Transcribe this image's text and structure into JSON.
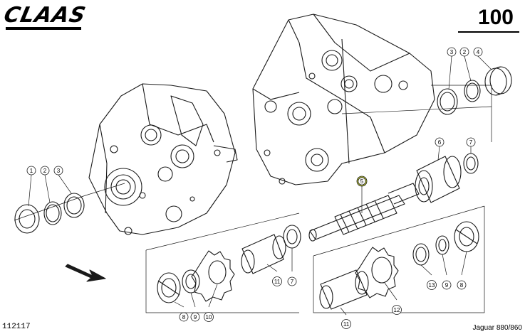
{
  "header": {
    "brand": "CLAAS",
    "page_number": "100"
  },
  "footer": {
    "document_id": "112117",
    "model": "Jaguar 880/860"
  },
  "callouts": [
    {
      "id": "c-1-left",
      "label": "1"
    },
    {
      "id": "c-2-left",
      "label": "2"
    },
    {
      "id": "c-3-left",
      "label": "3"
    },
    {
      "id": "c-3-right",
      "label": "3"
    },
    {
      "id": "c-2-right",
      "label": "2"
    },
    {
      "id": "c-4",
      "label": "4"
    },
    {
      "id": "c-5",
      "label": "5",
      "highlighted": true
    },
    {
      "id": "c-6",
      "label": "6"
    },
    {
      "id": "c-7-top",
      "label": "7"
    },
    {
      "id": "c-7-mid",
      "label": "7"
    },
    {
      "id": "c-8-left",
      "label": "8"
    },
    {
      "id": "c-9-left",
      "label": "9"
    },
    {
      "id": "c-10",
      "label": "10"
    },
    {
      "id": "c-11-left",
      "label": "11"
    },
    {
      "id": "c-11-right",
      "label": "11"
    },
    {
      "id": "c-12",
      "label": "12"
    },
    {
      "id": "c-13",
      "label": "13"
    },
    {
      "id": "c-9-right",
      "label": "9"
    },
    {
      "id": "c-8-right",
      "label": "8"
    }
  ],
  "colors": {
    "line": "#1a1a1a",
    "highlight": "#c9d43a"
  }
}
